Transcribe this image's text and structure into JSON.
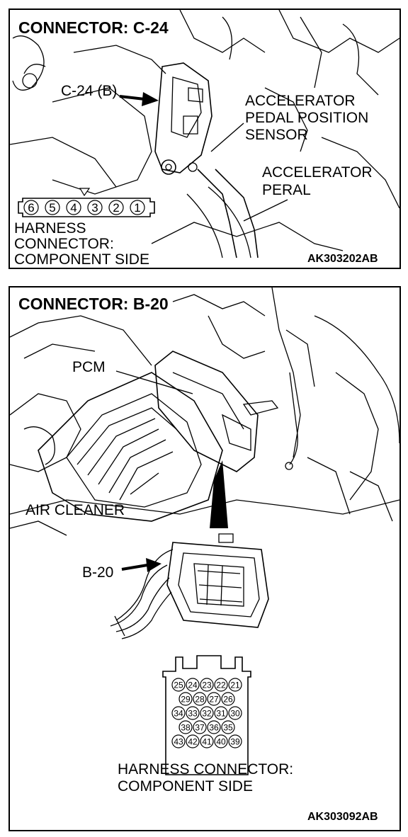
{
  "top": {
    "title": "CONNECTOR: C-24",
    "connector_callout": "C-24 (B)",
    "sensor_label": [
      "ACCELERATOR",
      "PEDAL POSITION",
      "SENSOR"
    ],
    "pedal_label": [
      "ACCELERATOR",
      "PERAL"
    ],
    "harness_label": [
      "HARNESS",
      "CONNECTOR:",
      "COMPONENT SIDE"
    ],
    "pins": [
      "6",
      "5",
      "4",
      "3",
      "2",
      "1"
    ],
    "figure_code": "AK303202AB"
  },
  "bottom": {
    "title": "CONNECTOR: B-20",
    "pcm_label": "PCM",
    "air_cleaner_label": "AIR CLEANER",
    "connector_callout": "B-20",
    "pin_rows": [
      [
        "25",
        "24",
        "23",
        "22",
        "21"
      ],
      [
        "29",
        "28",
        "27",
        "26"
      ],
      [
        "34",
        "33",
        "32",
        "31",
        "30"
      ],
      [
        "38",
        "37",
        "36",
        "35"
      ],
      [
        "43",
        "42",
        "41",
        "40",
        "39"
      ]
    ],
    "harness_label": [
      "HARNESS CONNECTOR:",
      "COMPONENT SIDE"
    ],
    "figure_code": "AK303092AB"
  }
}
